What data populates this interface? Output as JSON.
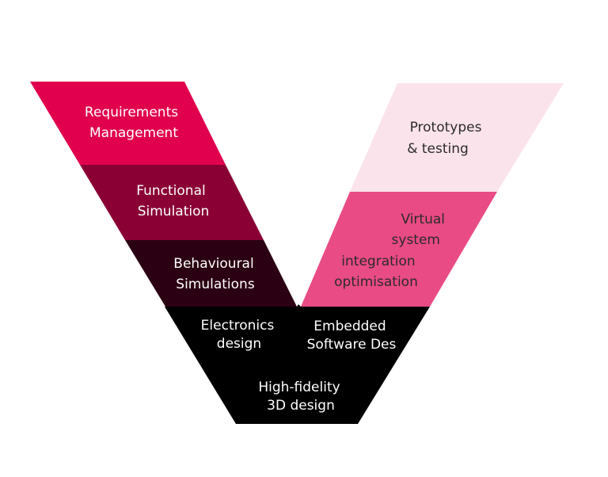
{
  "diagram": {
    "type": "v-model",
    "colors": {
      "requirements": "#e0004d",
      "functional": "#8a0035",
      "behavioural": "#2b0012",
      "base": "#000000",
      "virtual": "#e94b84",
      "prototypes": "#fbe3ec"
    },
    "left_arm": [
      {
        "lines": [
          "Requirements",
          "Management"
        ]
      },
      {
        "lines": [
          "Functional",
          "Simulation"
        ]
      },
      {
        "lines": [
          "Behavioural",
          "Simulations"
        ]
      }
    ],
    "base": {
      "electronics": [
        "Electronics",
        "design"
      ],
      "embedded": [
        "Embedded",
        "Software Des"
      ],
      "hifi": [
        "High-fidelity",
        "3D design"
      ]
    },
    "right_arm": [
      {
        "lines": [
          "Prototypes",
          "& testing"
        ]
      },
      {
        "lines": [
          "Virtual",
          "system",
          "integration",
          "optimisation"
        ]
      }
    ]
  }
}
